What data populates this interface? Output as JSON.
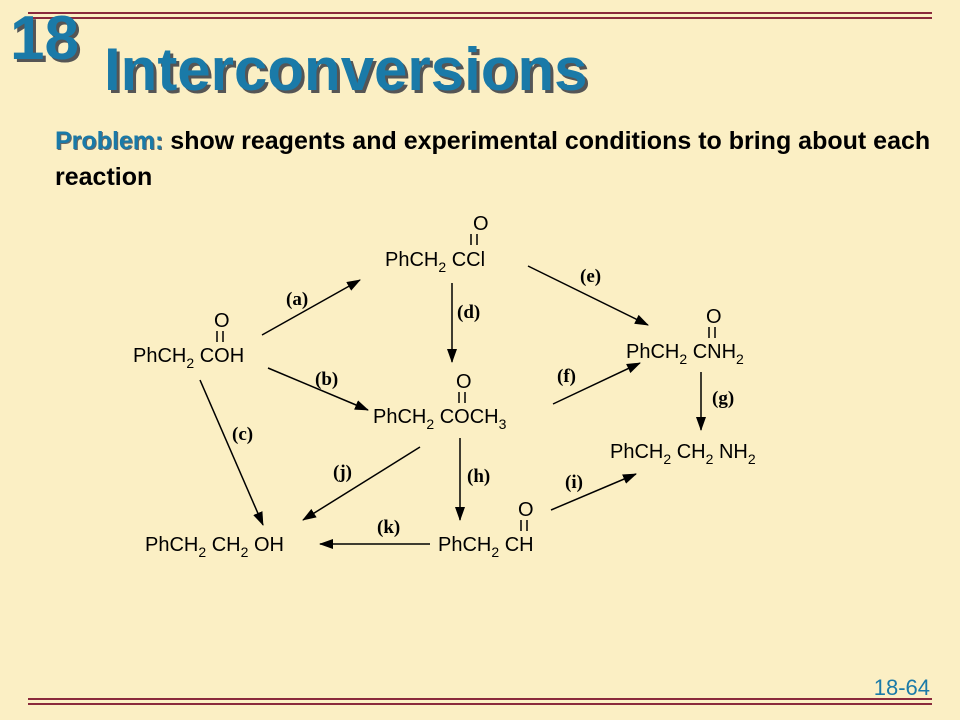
{
  "header": {
    "chapter": "18",
    "title": "Interconversions"
  },
  "problem": {
    "label": "Problem:",
    "text": " show reagents and experimental conditions to bring about each reaction"
  },
  "footer": {
    "page": "18-64"
  },
  "diagram": {
    "nodes": {
      "acid": {
        "pre": "PhCH",
        "sub": "2",
        "mid": " COH",
        "post": "",
        "sub2": "",
        "tail": "",
        "oxygen": "O"
      },
      "acid_chloride": {
        "pre": "PhCH",
        "sub": "2",
        "mid": " CCl",
        "oxygen": "O"
      },
      "amide": {
        "pre": "PhCH",
        "sub": "2",
        "mid": " CNH",
        "sub2": "2",
        "oxygen": "O"
      },
      "ester": {
        "pre": "PhCH",
        "sub": "2",
        "mid": " COCH",
        "sub2": "3",
        "oxygen": "O"
      },
      "amine": {
        "pre": "PhCH",
        "sub": "2",
        "mid": " CH",
        "sub2": "2",
        "mid2": " NH",
        "sub3": "2"
      },
      "alcohol": {
        "pre": "PhCH",
        "sub": "2",
        "mid": " CH",
        "sub2": "2",
        "mid2": " OH"
      },
      "aldehyde": {
        "pre": "PhCH",
        "sub": "2",
        "mid": " CH",
        "oxygen": "O"
      }
    },
    "steps": [
      "(a)",
      "(b)",
      "(c)",
      "(d)",
      "(e)",
      "(f)",
      "(g)",
      "(h)",
      "(i)",
      "(j)",
      "(k)"
    ]
  }
}
